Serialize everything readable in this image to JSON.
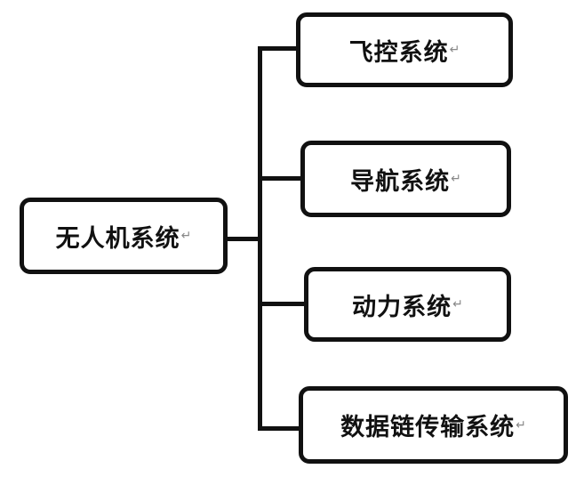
{
  "diagram": {
    "root": {
      "label": "无人机系统"
    },
    "children": [
      {
        "label": "飞控系统"
      },
      {
        "label": "导航系统"
      },
      {
        "label": "动力系统"
      },
      {
        "label": "数据链传输系统"
      }
    ],
    "paragraph_mark": "↵",
    "colors": {
      "stroke": "#111111",
      "background": "#ffffff",
      "paragraph_mark": "#888888"
    }
  }
}
